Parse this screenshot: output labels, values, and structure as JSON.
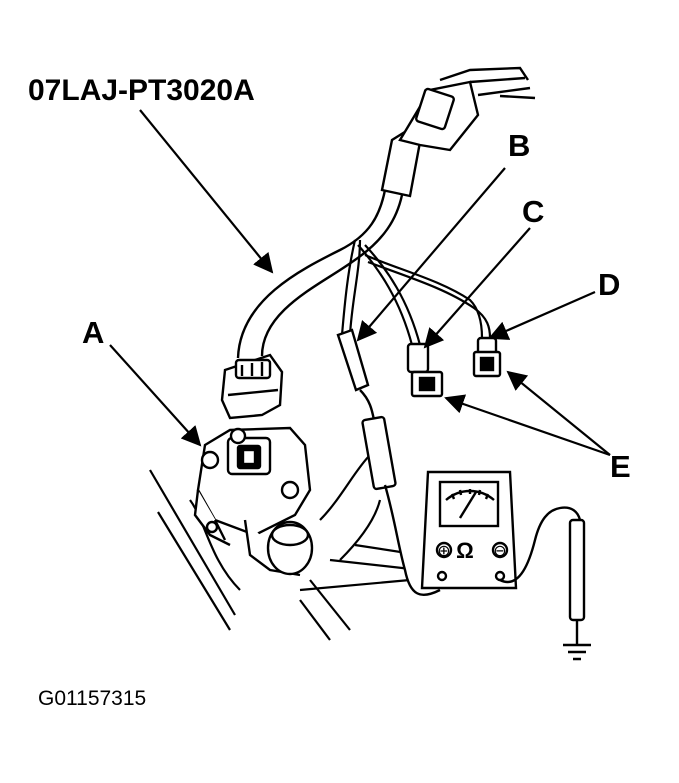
{
  "diagram": {
    "part_number": "07LAJ-PT3020A",
    "labels": {
      "a": "A",
      "b": "B",
      "c": "C",
      "d": "D",
      "e": "E"
    },
    "meter": {
      "symbols": [
        "⊕",
        "Ω",
        "⊖"
      ]
    },
    "figure_id": "G01157315"
  }
}
